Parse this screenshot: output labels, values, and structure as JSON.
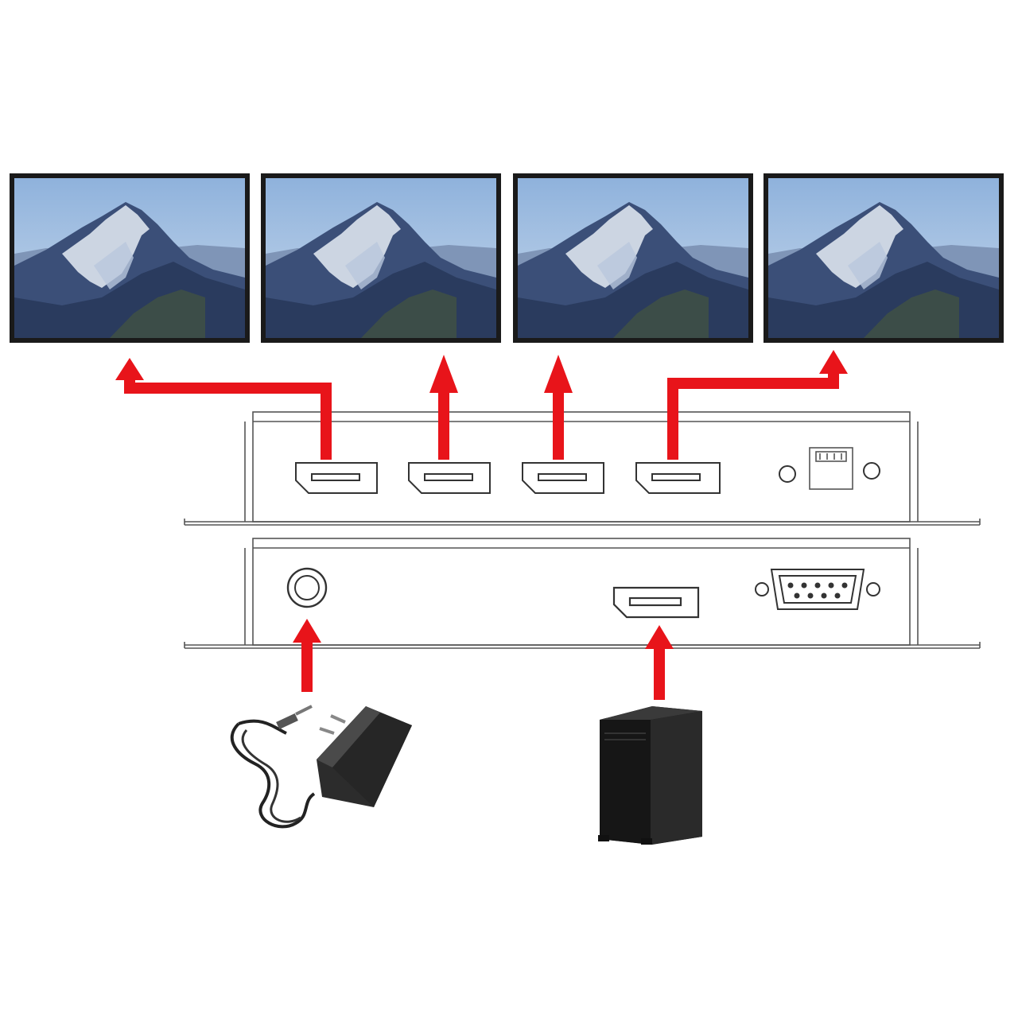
{
  "diagram": {
    "monitors": [
      {
        "name": "monitor-1"
      },
      {
        "name": "monitor-2"
      },
      {
        "name": "monitor-3"
      },
      {
        "name": "monitor-4"
      }
    ],
    "splitter": {
      "output_ports": [
        "displayport-output-1",
        "displayport-output-2",
        "displayport-output-3",
        "displayport-output-4"
      ],
      "input_ports": [
        "dc-power-jack",
        "displayport-input",
        "rs232-db9-port"
      ]
    },
    "sources": [
      "power-adapter",
      "pc-tower"
    ],
    "colors": {
      "arrow": "#e8141a",
      "outline": "#555555",
      "monitor_frame": "#1a1a1a",
      "sky": "#a7c3e2",
      "mountain": "#3b4f78",
      "snow": "#e6ecf4"
    }
  }
}
